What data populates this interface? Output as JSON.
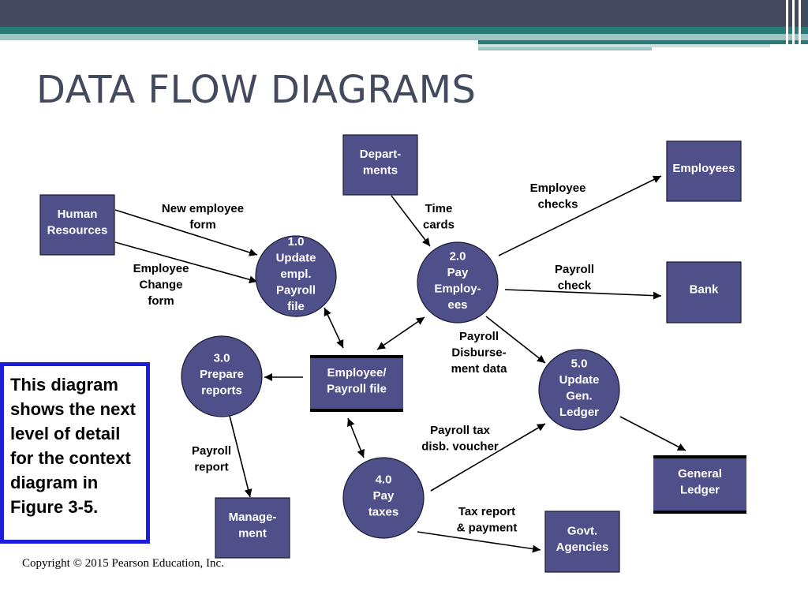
{
  "slide": {
    "title": "DATA FLOW DIAGRAMS",
    "callout": "This diagram shows the next level of detail for the context diagram in Figure 3-5.",
    "copyright": "Copyright © 2015 Pearson Education, Inc."
  },
  "colors": {
    "node_fill": "#4f4f8a",
    "node_stroke": "#1a1a33",
    "arrow": "#000000",
    "header": "#444a5e",
    "stripe_teal": "#2a7a78",
    "stripe_light": "#9fc4c4",
    "callout_border": "#1c1cdc"
  },
  "diagram": {
    "entities": [
      {
        "id": "hr",
        "lines": [
          "Human",
          "Resources"
        ]
      },
      {
        "id": "departments",
        "lines": [
          "Depart-",
          "ments"
        ]
      },
      {
        "id": "employees",
        "lines": [
          "Employees"
        ]
      },
      {
        "id": "bank",
        "lines": [
          "Bank"
        ]
      },
      {
        "id": "management",
        "lines": [
          "Manage-",
          "ment"
        ]
      },
      {
        "id": "govt",
        "lines": [
          "Govt.",
          "Agencies"
        ]
      }
    ],
    "processes": [
      {
        "id": "p1",
        "lines": [
          "1.0",
          "Update",
          "empl.",
          "Payroll",
          "file"
        ]
      },
      {
        "id": "p2",
        "lines": [
          "2.0",
          "Pay",
          "Employ-",
          "ees"
        ]
      },
      {
        "id": "p3",
        "lines": [
          "3.0",
          "Prepare",
          "reports"
        ]
      },
      {
        "id": "p4",
        "lines": [
          "4.0",
          "Pay",
          "taxes"
        ]
      },
      {
        "id": "p5",
        "lines": [
          "5.0",
          "Update",
          "Gen.",
          "Ledger"
        ]
      }
    ],
    "stores": [
      {
        "id": "payroll_file",
        "lines": [
          "Employee/",
          "Payroll file"
        ]
      },
      {
        "id": "general_ledger",
        "lines": [
          "General",
          "Ledger"
        ]
      }
    ],
    "flows": [
      {
        "id": "new_employee_form",
        "from": "hr",
        "to": "p1",
        "lines": [
          "New employee",
          "form"
        ]
      },
      {
        "id": "employee_change_form",
        "from": "hr",
        "to": "p1",
        "lines": [
          "Employee",
          "Change",
          "form"
        ]
      },
      {
        "id": "time_cards",
        "from": "departments",
        "to": "p2",
        "lines": [
          "Time",
          "cards"
        ]
      },
      {
        "id": "employee_checks",
        "from": "p2",
        "to": "employees",
        "lines": [
          "Employee",
          "checks"
        ]
      },
      {
        "id": "payroll_check",
        "from": "p2",
        "to": "bank",
        "lines": [
          "Payroll",
          "check"
        ]
      },
      {
        "id": "payroll_disbursement_data",
        "from": "p2",
        "to": "p5",
        "lines": [
          "Payroll",
          "Disburse-",
          "ment data"
        ]
      },
      {
        "id": "p1_file",
        "from": "p1",
        "to": "payroll_file",
        "lines": []
      },
      {
        "id": "p2_file",
        "from": "p2",
        "to": "payroll_file",
        "lines": []
      },
      {
        "id": "file_p3",
        "from": "payroll_file",
        "to": "p3",
        "lines": []
      },
      {
        "id": "file_p4",
        "from": "payroll_file",
        "to": "p4",
        "lines": []
      },
      {
        "id": "payroll_report",
        "from": "p3",
        "to": "management",
        "lines": [
          "Payroll",
          "report"
        ]
      },
      {
        "id": "payroll_tax_voucher",
        "from": "p4",
        "to": "p5",
        "lines": [
          "Payroll tax",
          "disb. voucher"
        ]
      },
      {
        "id": "tax_report_payment",
        "from": "p4",
        "to": "govt",
        "lines": [
          "Tax report",
          "& payment"
        ]
      },
      {
        "id": "p5_ledger",
        "from": "p5",
        "to": "general_ledger",
        "lines": []
      }
    ]
  }
}
